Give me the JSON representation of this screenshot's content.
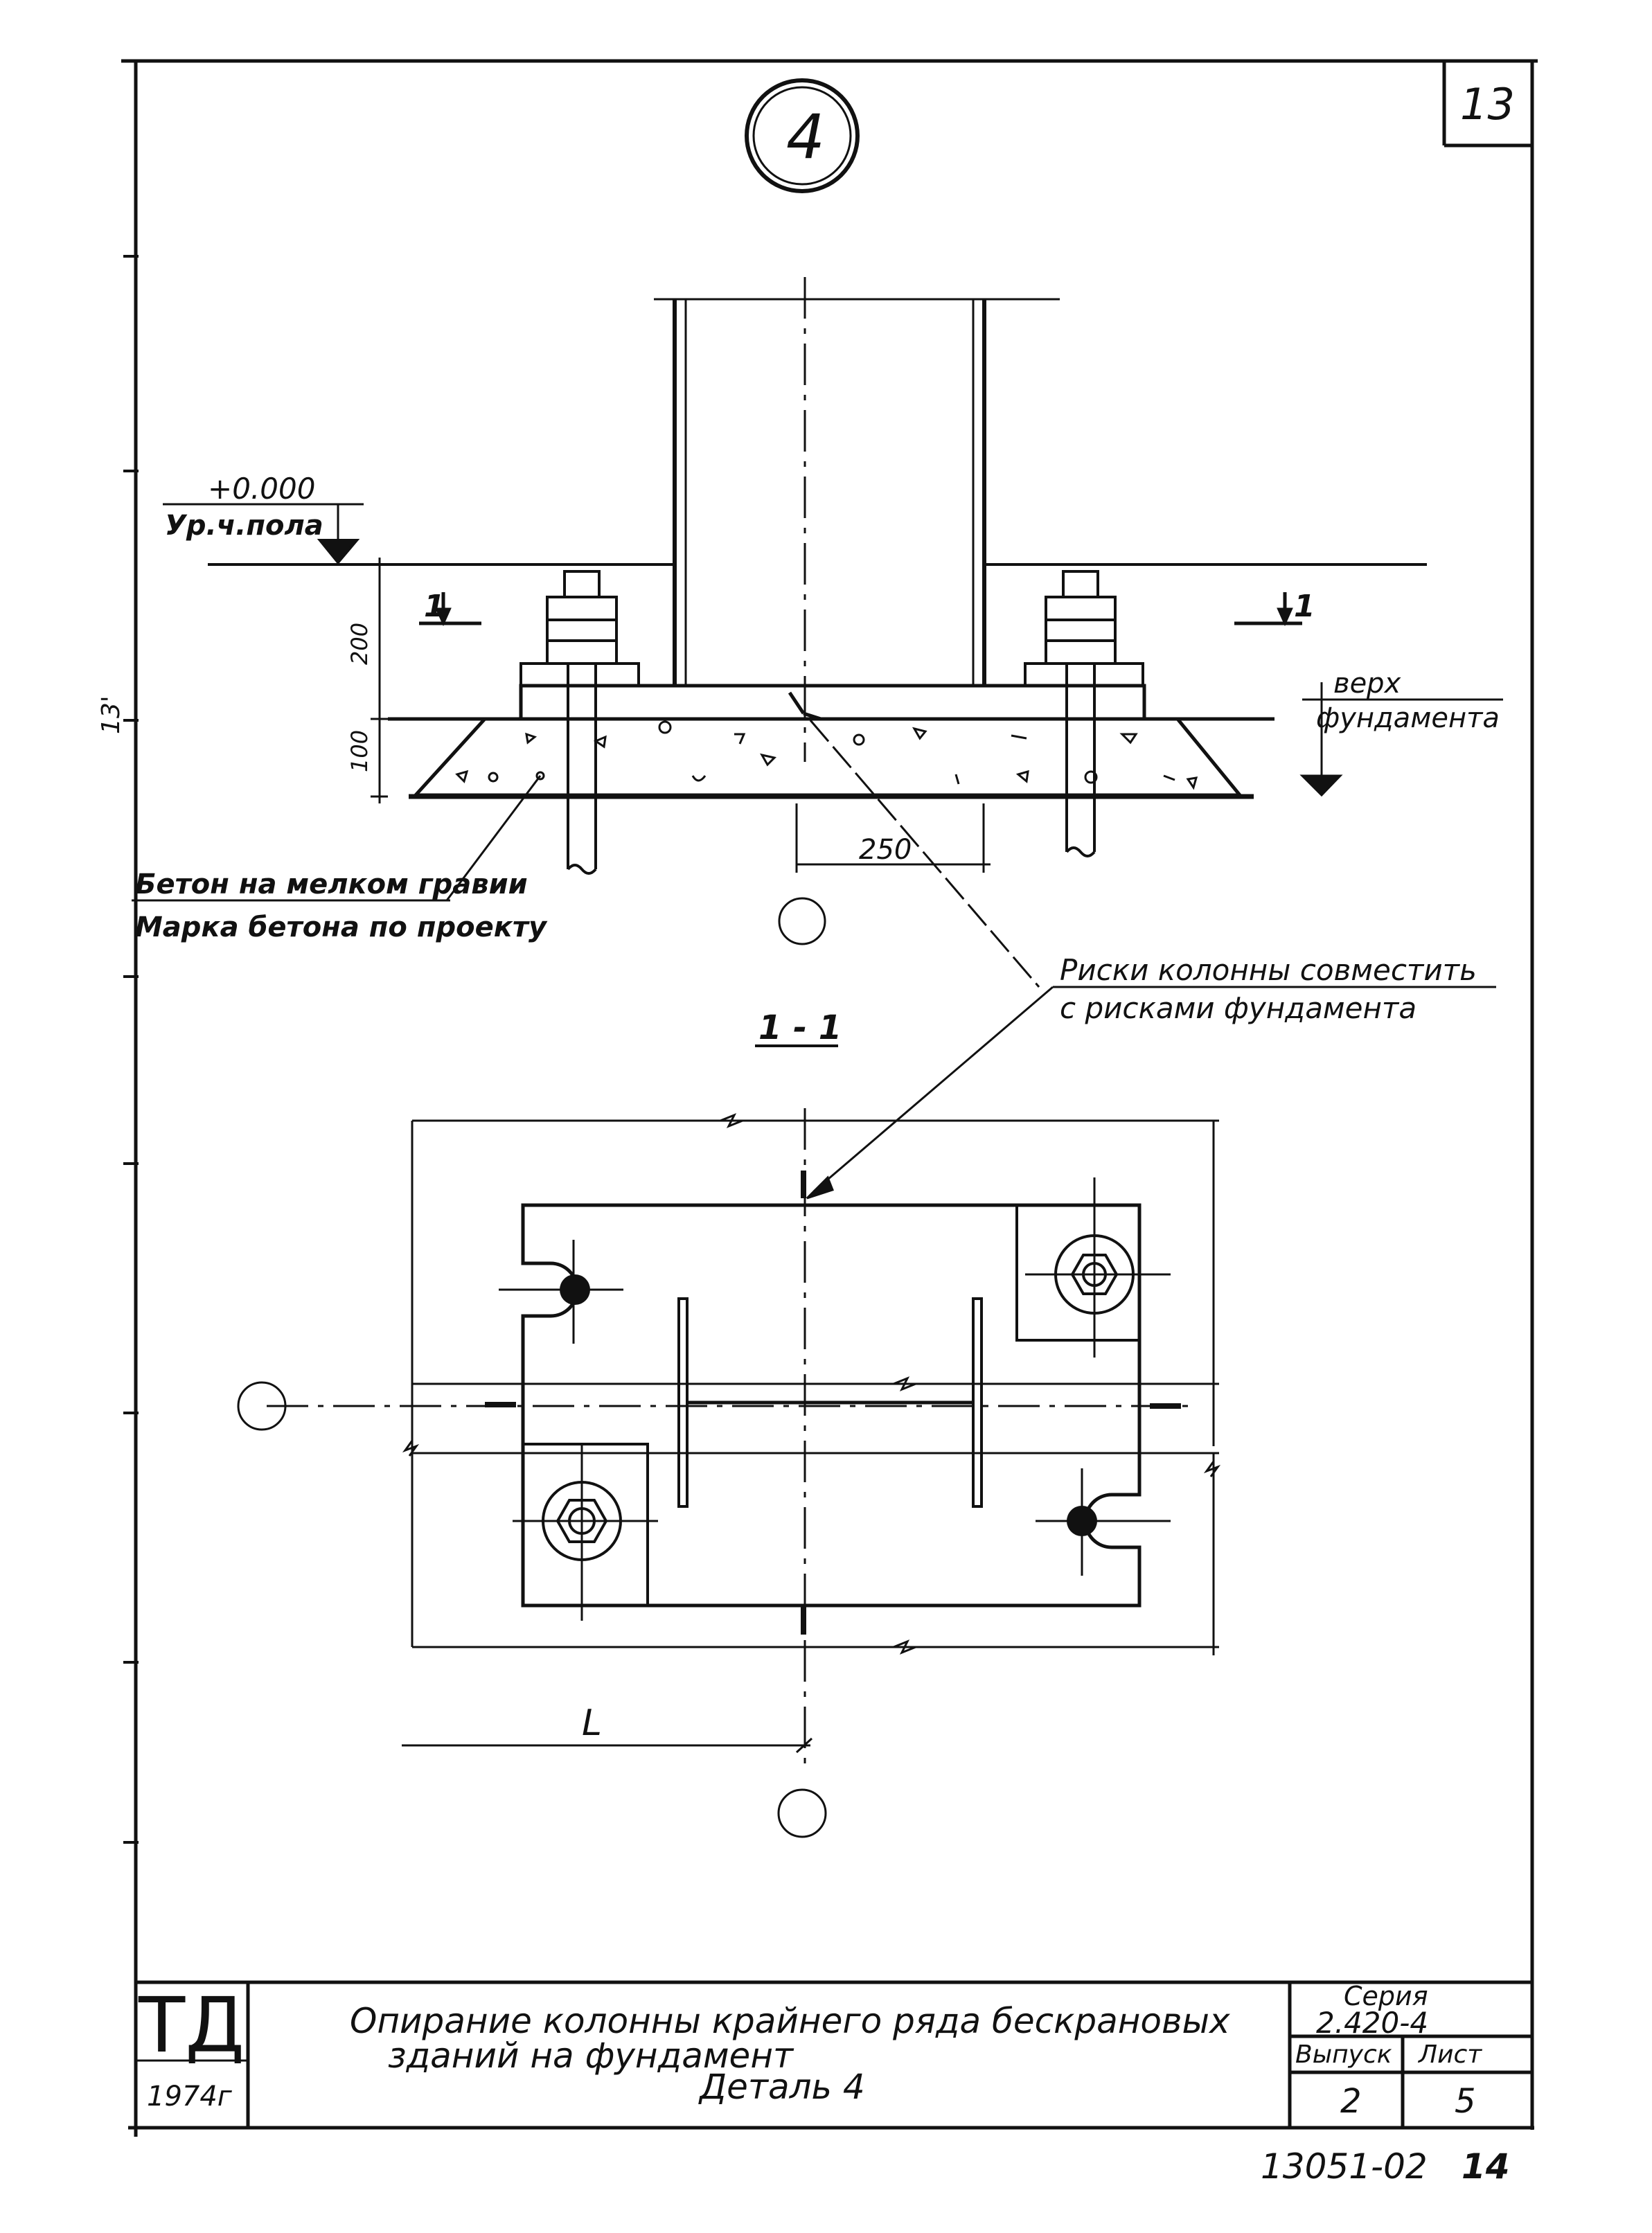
{
  "sheet": {
    "corner_number": "13",
    "detail_marker": "4",
    "footer_code": "13051-02",
    "footer_page": "14"
  },
  "elevation": {
    "level_mark": "+0.000",
    "level_label": "Ур.ч.пола",
    "dim_200": "200",
    "dim_100": "100",
    "dim_250": "250",
    "section_mark_left": "1",
    "section_mark_right": "1",
    "foundation_top_line1": "верх",
    "foundation_top_line2": "фундамента",
    "concrete_note_line1": "Бетон на мелком гравии",
    "concrete_note_line2": "Марка бетона по проекту",
    "align_note_line1": "Риски колонны совместить",
    "align_note_line2": "с рисками фундамента"
  },
  "plan": {
    "section_title": "1 - 1",
    "dim_L": "L"
  },
  "title_block": {
    "logo": "ТД",
    "year": "1974г",
    "title_line1": "Опирание колонны крайнего ряда бескрановых",
    "title_line2": "зданий на фундамент",
    "title_line3": "Деталь 4",
    "series_label": "Серия",
    "series_value": "2.420-4",
    "issue_label": "Выпуск",
    "issue_value": "2",
    "sheet_label": "Лист",
    "sheet_value": "5"
  }
}
